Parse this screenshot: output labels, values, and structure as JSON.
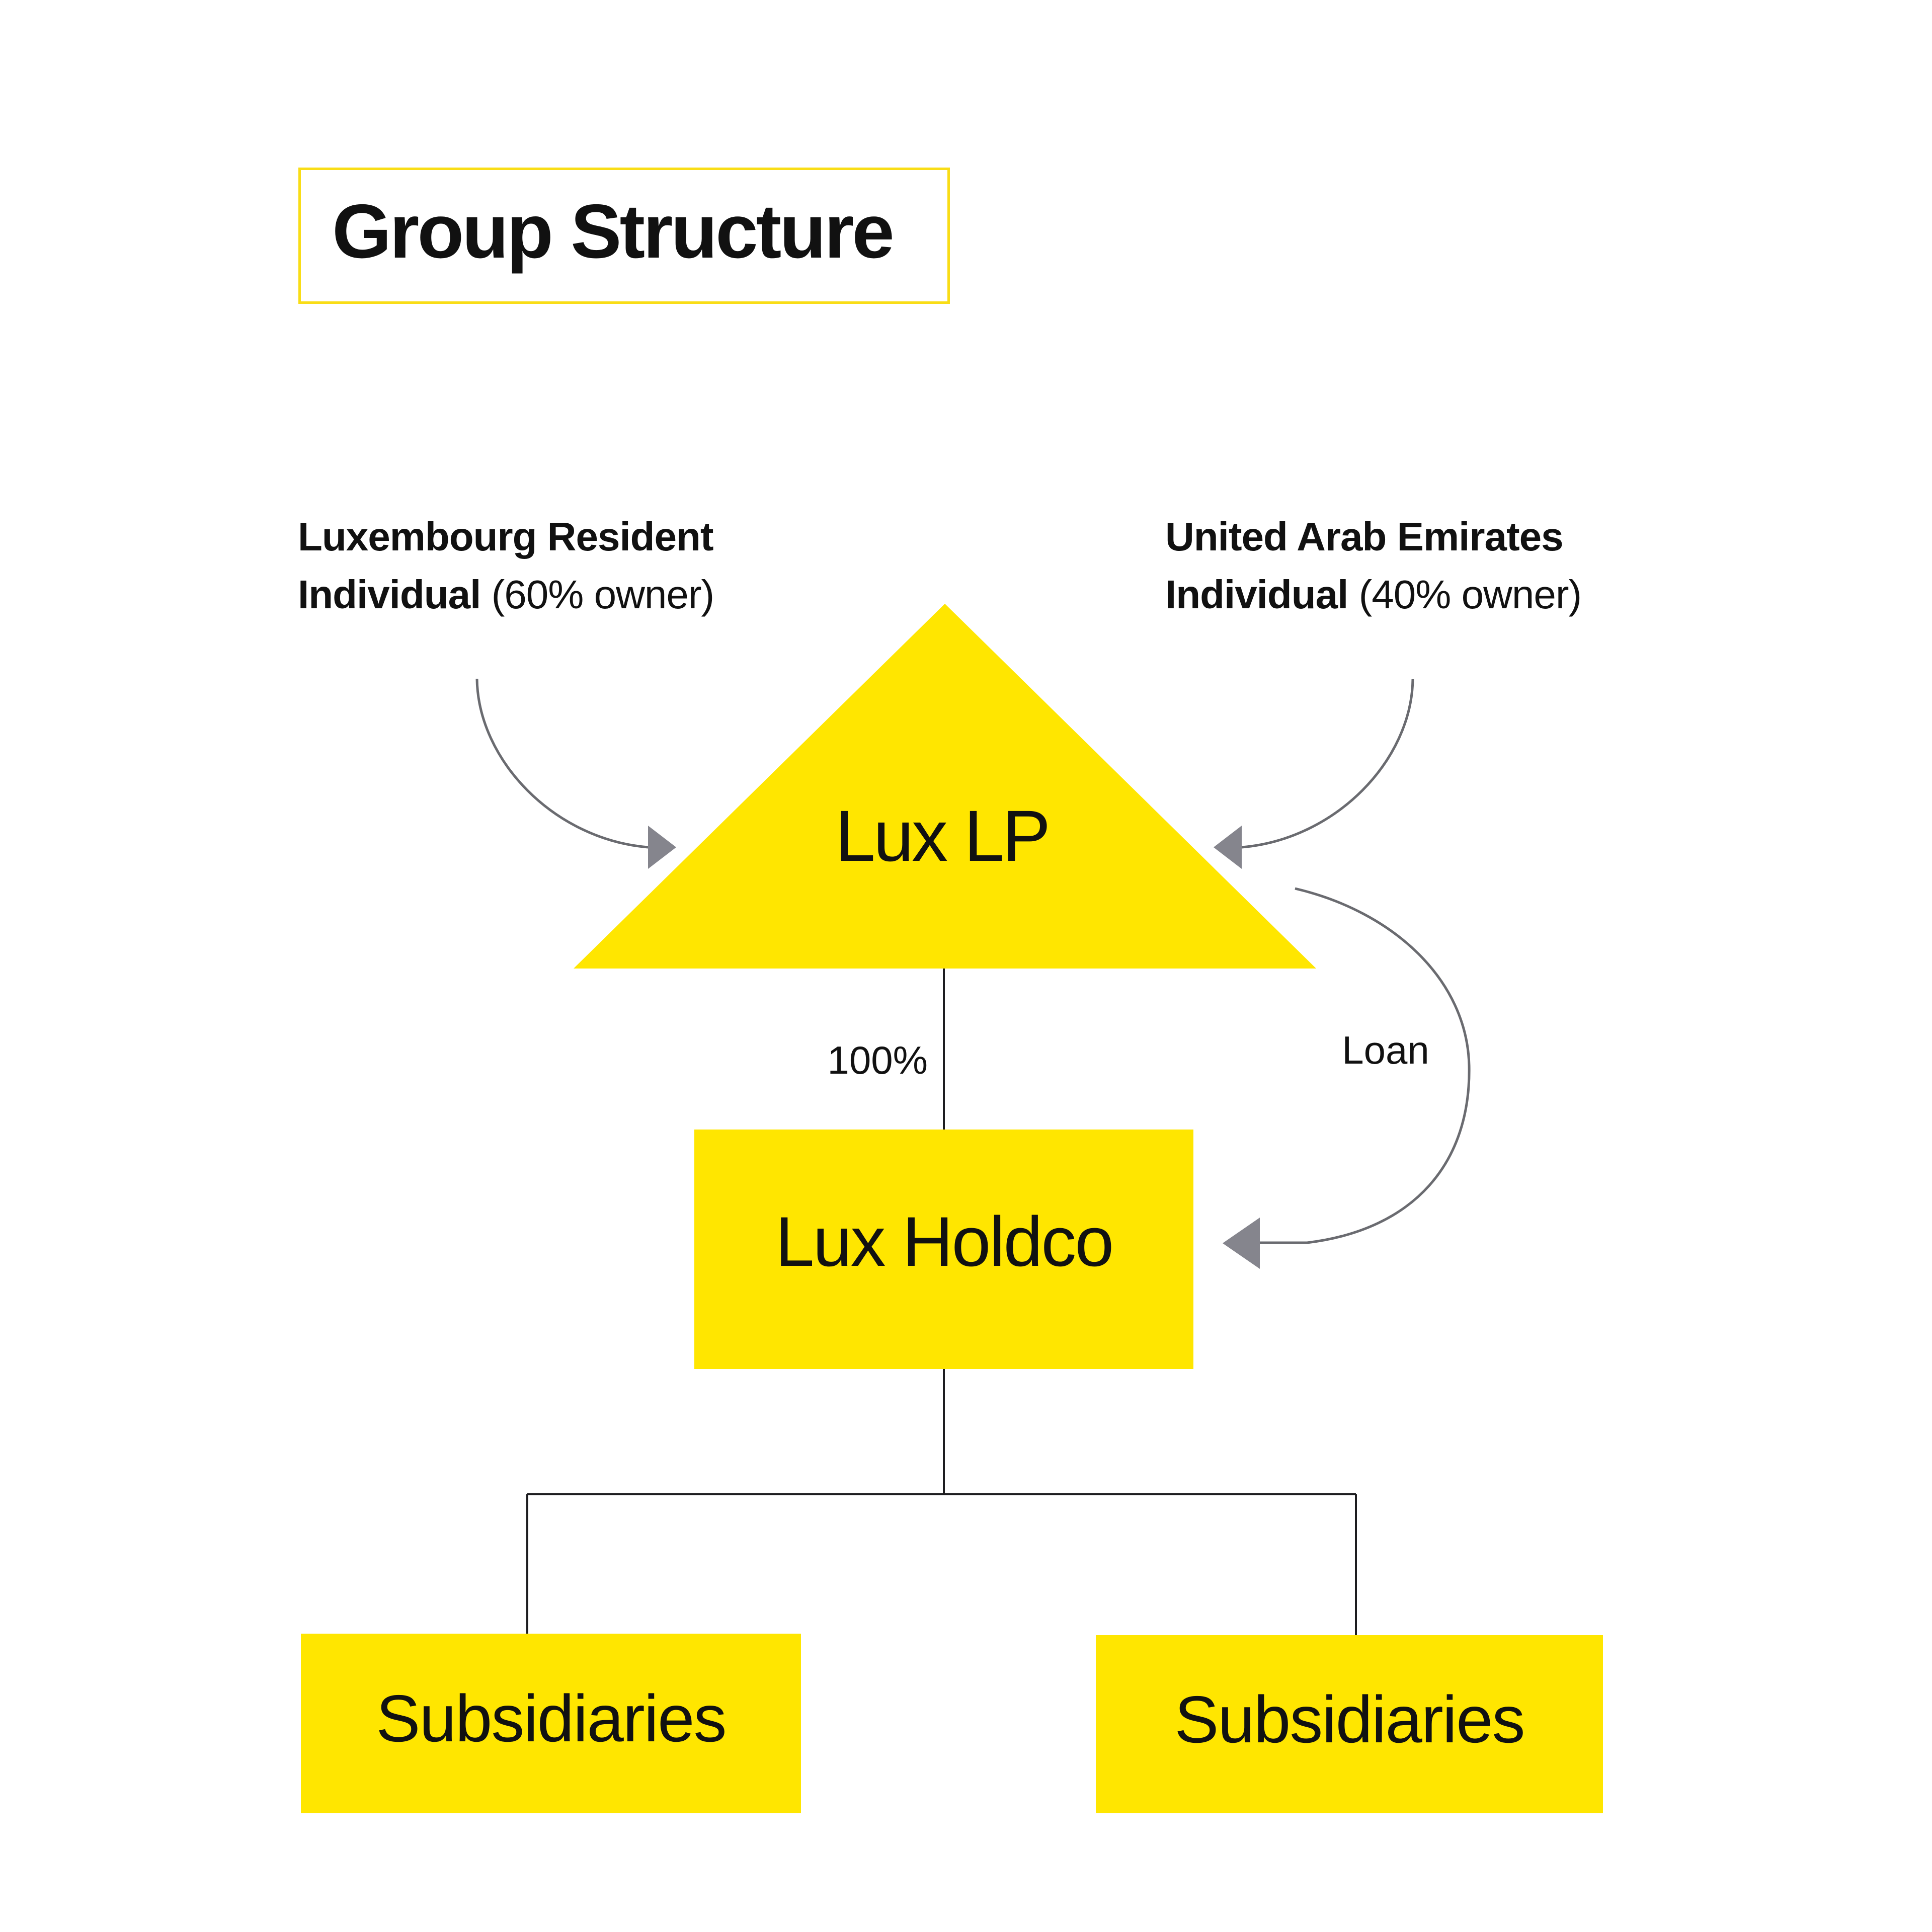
{
  "title": {
    "label": "Group Structure"
  },
  "owners": {
    "left": {
      "line1": "Luxembourg Resident",
      "line2_bold": "Individual",
      "line2_rest": " (60% owner)"
    },
    "right": {
      "line1": "United Arab Emirates",
      "line2_bold": "Individual",
      "line2_rest": " (40% owner)"
    }
  },
  "diagram": {
    "nodes": {
      "lux_lp": {
        "label": "Lux LP",
        "shape": "triangle"
      },
      "lux_holdco": {
        "label": "Lux Holdco",
        "shape": "rectangle"
      },
      "subsidiaries_left": {
        "label": "Subsidiaries",
        "shape": "rectangle"
      },
      "subsidiaries_right": {
        "label": "Subsidiaries",
        "shape": "rectangle"
      }
    },
    "edges": {
      "ownership_pct": "100%",
      "loan": "Loan"
    }
  },
  "colors": {
    "brand_yellow": "#FFE600",
    "title_border_yellow": "#F9DD16",
    "curve_gray": "#6A6B70",
    "arrowhead_gray": "#85858D",
    "connector_black": "#1D1D20",
    "text_black": "#111111",
    "background": "#FFFFFF"
  }
}
